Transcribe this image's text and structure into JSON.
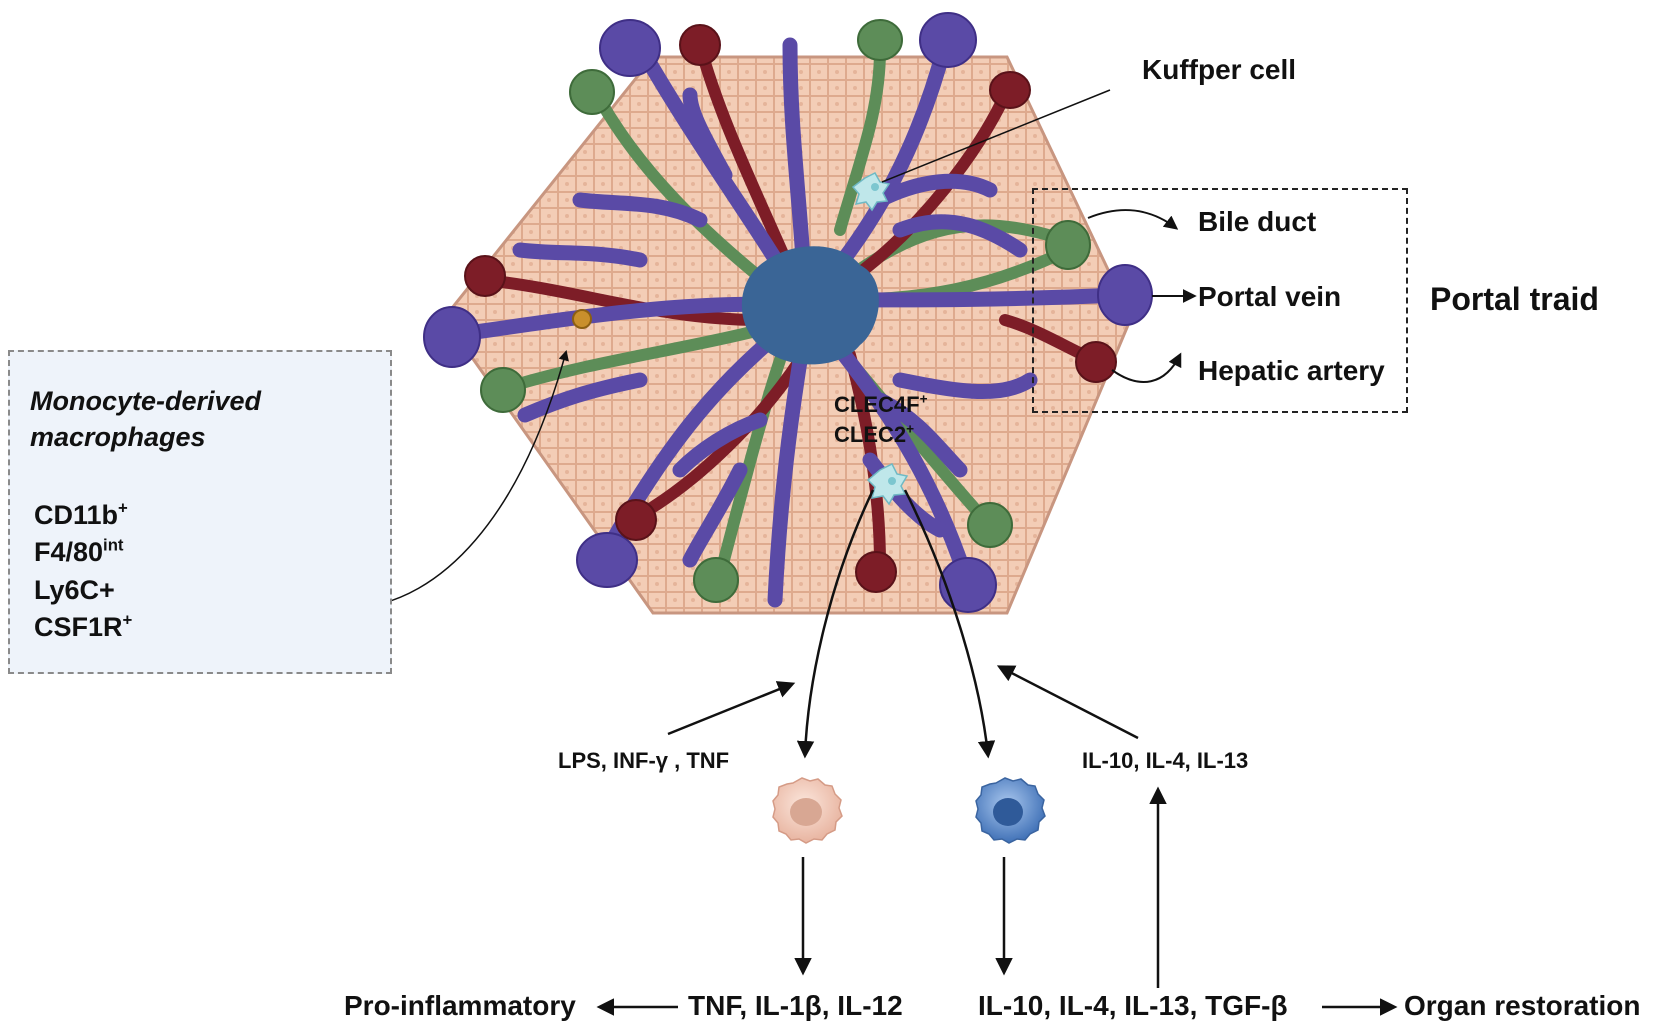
{
  "labels": {
    "kupffer": "Kuffper cell",
    "bile_duct": "Bile duct",
    "portal_vein": "Portal vein",
    "hepatic_artery": "Hepatic artery",
    "portal_triad": "Portal traid",
    "clec4f": "CLEC4F",
    "clec2": "CLEC2",
    "sup_plus": "+",
    "sup_int": "int",
    "mono_title_1": "Monocyte-derived",
    "mono_title_2": "macrophages",
    "cd11b": "CD11b",
    "f480": "F4/80",
    "ly6c": "Ly6C+",
    "csf1r": "CSF1R",
    "m1_stimuli": "LPS,  INF-γ , TNF",
    "m2_stimuli": "IL-10, IL-4, IL-13",
    "m1_output": "TNF, IL-1β, IL-12",
    "m2_output": "IL-10, IL-4, IL-13, TGF-β",
    "pro_inflammatory": "Pro-inflammatory",
    "organ_restoration": "Organ restoration"
  },
  "colors": {
    "hepatocyte": "#f3cdb6",
    "central_vein": "#3a6596",
    "portal_vein": "#5a4aa6",
    "bile_duct": "#5d8d58",
    "hepatic_artery": "#7d1d27",
    "m1_macrophage": "#f1c9b9",
    "m2_macrophage": "#5d8fd0",
    "monocyte": "#c98f2c",
    "bone": "#f1e3bf"
  },
  "icons": [
    "liver-lobule-icon",
    "kupffer-cell-icon",
    "bone-icon",
    "monocyte-icon",
    "m1-macrophage-icon",
    "m2-macrophage-icon"
  ]
}
